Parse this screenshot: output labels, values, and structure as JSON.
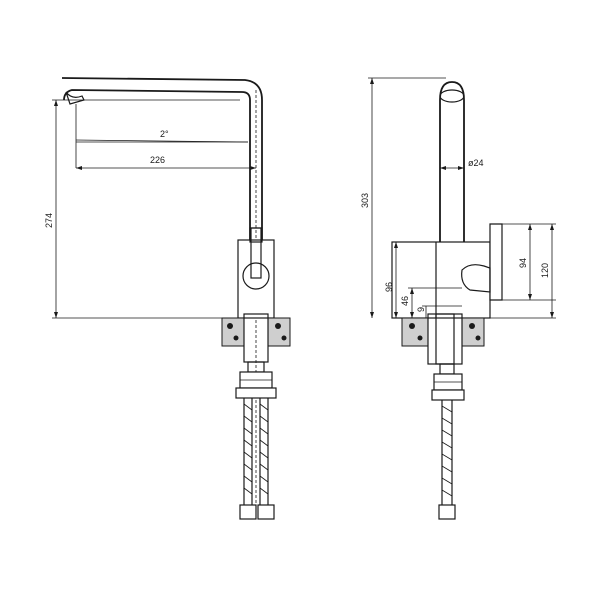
{
  "drawing": {
    "front_view": {
      "angle_label": "2°",
      "spout_reach_label": "226",
      "total_height_label": "274"
    },
    "side_view": {
      "total_height_label": "303",
      "spout_diameter_label": "ø24",
      "body_height_label": "96",
      "handle_offset_label": "46",
      "small_offset_label": "9",
      "lever_height_label": "94",
      "lever_total_label": "120"
    },
    "colors": {
      "line": "#1a1a1a",
      "section_fill": "#cfcfcf"
    }
  }
}
